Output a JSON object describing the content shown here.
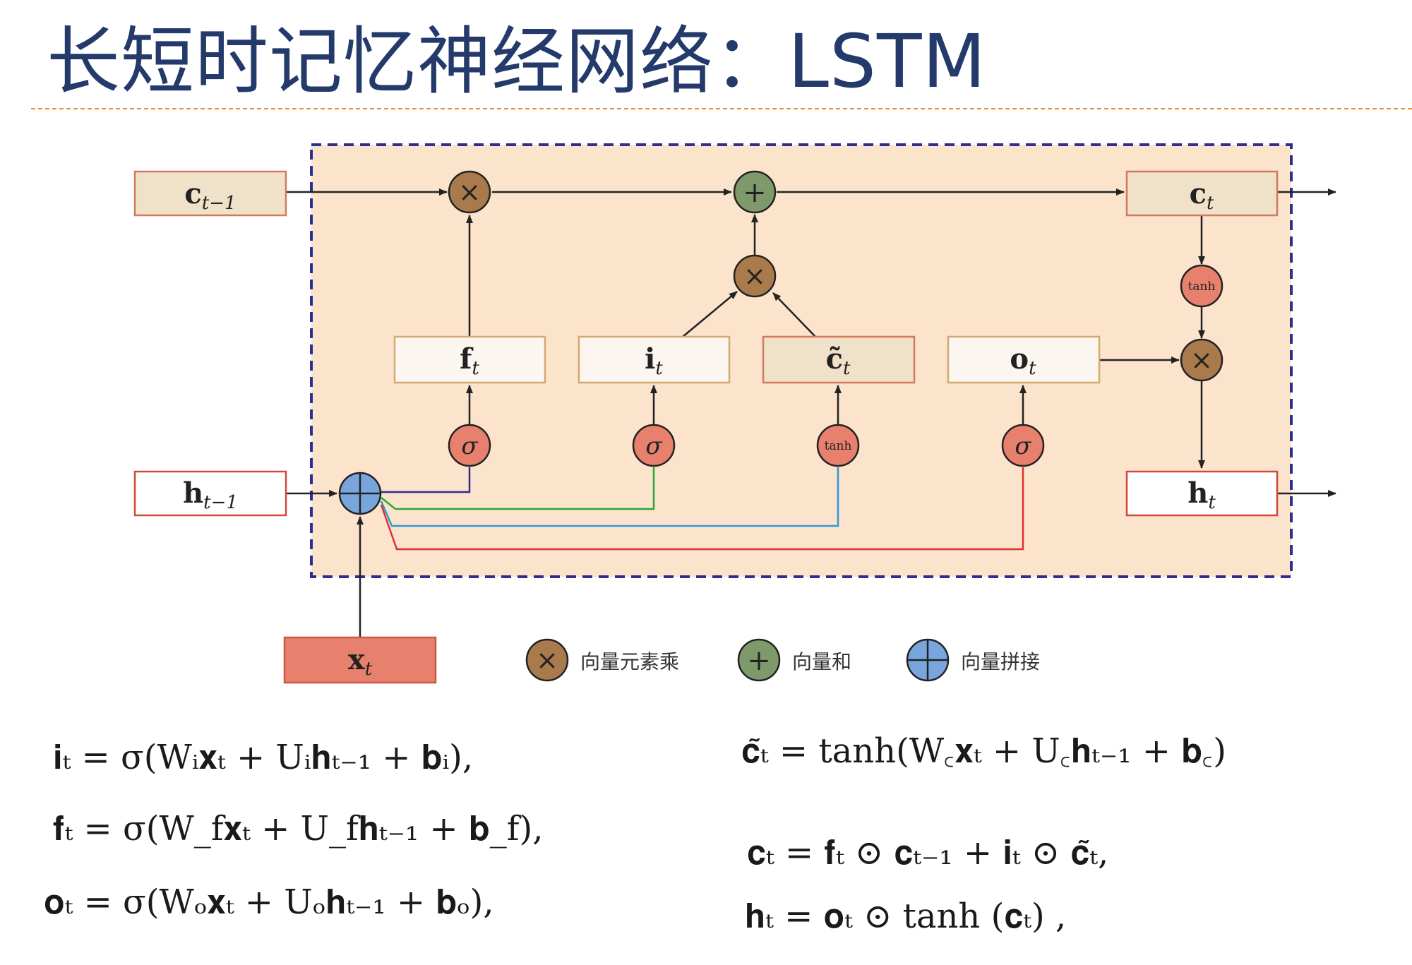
{
  "title": "长短时记忆神经网络：LSTM",
  "colors": {
    "title": "#233a6b",
    "title_rule": "#e88b3c",
    "cell_background": "#fbe3cc",
    "cell_border": "#2b2f8f",
    "multiply_node": "#a97a4c",
    "add_node": "#7e9a6a",
    "concat_node": "#78a6dc",
    "activation_node": "#e8806e",
    "x_input": "#e8806e",
    "wire_f": "#2b2f8f",
    "wire_i": "#2aa63a",
    "wire_c": "#2e9ad8",
    "wire_o": "#e03030"
  },
  "nodes": {
    "c_prev": {
      "base": "c",
      "sub": "t−1"
    },
    "h_prev": {
      "base": "h",
      "sub": "t−1"
    },
    "x_t": {
      "base": "x",
      "sub": "t"
    },
    "f_t": {
      "base": "f",
      "sub": "t"
    },
    "i_t": {
      "base": "i",
      "sub": "t"
    },
    "c_tilde": {
      "base": "c̃",
      "sub": "t"
    },
    "o_t": {
      "base": "o",
      "sub": "t"
    },
    "c_t": {
      "base": "c",
      "sub": "t"
    },
    "h_t": {
      "base": "h",
      "sub": "t"
    }
  },
  "ops": {
    "sigma": "σ",
    "tanh": "tanh",
    "multiply": "×",
    "add": "+"
  },
  "legend": {
    "multiply_label": "向量元素乘",
    "add_label": "向量和",
    "concat_label": "向量拼接"
  },
  "equations": {
    "i_gate": "𝐢ₜ = σ(Wᵢ𝐱ₜ + Uᵢ𝐡ₜ₋₁ + 𝐛ᵢ),",
    "f_gate": "𝐟ₜ = σ(W_f𝐱ₜ + U_f𝐡ₜ₋₁ + 𝐛_f),",
    "o_gate": "𝐨ₜ = σ(Wₒ𝐱ₜ + Uₒ𝐡ₜ₋₁ + 𝐛ₒ),",
    "c_candidate": "𝐜̃ₜ = tanh(W꜀𝐱ₜ + U꜀𝐡ₜ₋₁ + 𝐛꜀)",
    "c_update": "𝐜ₜ = 𝐟ₜ ⊙ 𝐜ₜ₋₁ + 𝐢ₜ ⊙ 𝐜̃ₜ,",
    "h_output": "𝐡ₜ = 𝐨ₜ ⊙ tanh (𝐜ₜ) ,"
  }
}
